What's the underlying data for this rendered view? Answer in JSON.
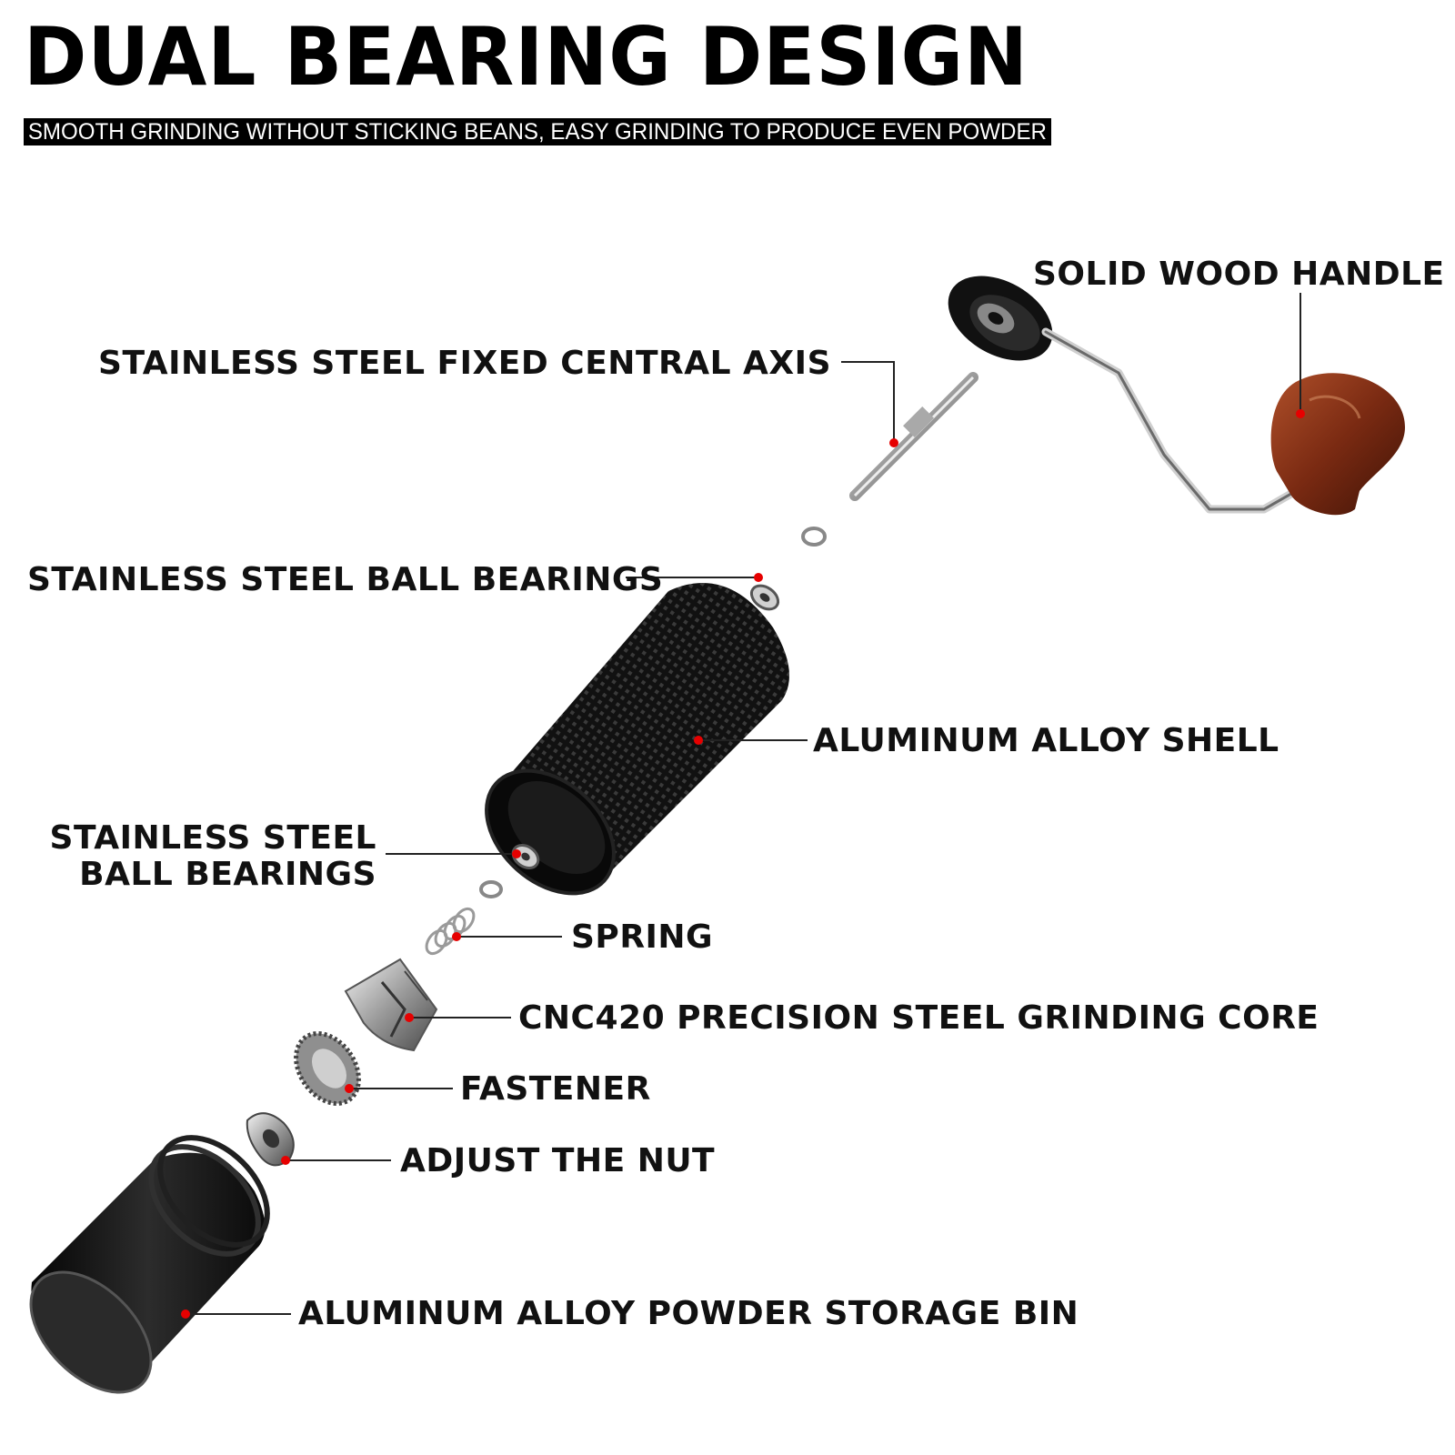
{
  "header": {
    "title": "DUAL BEARING DESIGN",
    "subtitle": "SMOOTH GRINDING WITHOUT STICKING BEANS, EASY GRINDING TO PRODUCE EVEN POWDER"
  },
  "callouts": {
    "handle": "SOLID WOOD HANDLE",
    "axis": "STAINLESS STEEL FIXED CENTRAL AXIS",
    "upper_bearings": "STAINLESS STEEL BALL BEARINGS",
    "shell": "ALUMINUM ALLOY SHELL",
    "lower_bearings": "STAINLESS STEEL\nBALL BEARINGS",
    "spring": "SPRING",
    "core": "CNC420 PRECISION STEEL GRINDING CORE",
    "fastener": "FASTENER",
    "nut": "ADJUST THE NUT",
    "bin": "ALUMINUM ALLOY POWDER STORAGE BIN"
  },
  "colors": {
    "marker": "#e60000",
    "leader": "#222222",
    "metal_dark": "#151515",
    "wood": "#7a2a12",
    "steel": "#b8b8b8"
  }
}
